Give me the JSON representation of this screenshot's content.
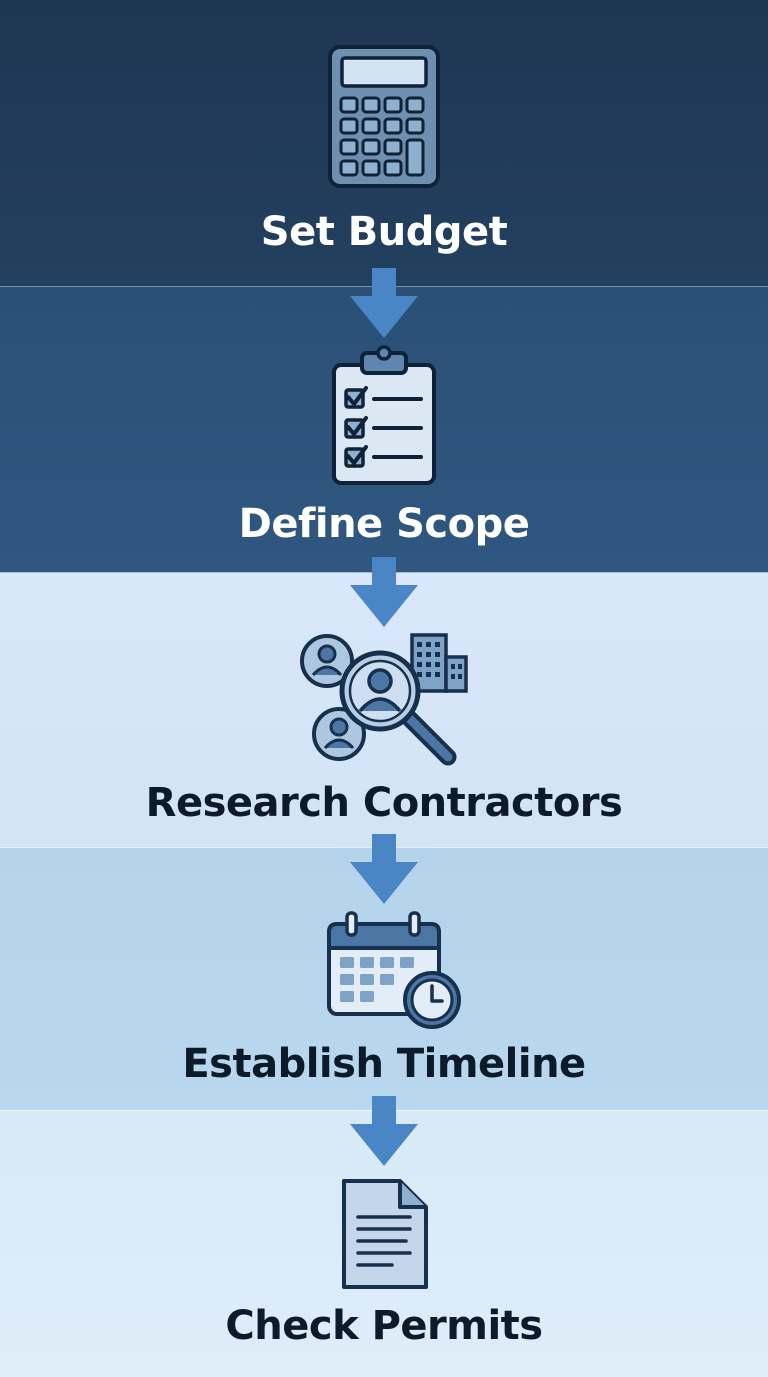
{
  "steps": [
    {
      "label": "Set Budget",
      "icon": "calculator-icon"
    },
    {
      "label": "Define Scope",
      "icon": "clipboard-checklist-icon"
    },
    {
      "label": "Research Contractors",
      "icon": "search-people-icon"
    },
    {
      "label": "Establish Timeline",
      "icon": "calendar-clock-icon"
    },
    {
      "label": "Check Permits",
      "icon": "document-icon"
    }
  ],
  "colors": {
    "band_1": "#1f3652",
    "band_2": "#2b5077",
    "band_3": "#d8e7f9",
    "band_4": "#b5d4ec",
    "band_5": "#d8eaf7",
    "arrow": "#4a86c5",
    "icon_stroke": "#1f3a5a",
    "icon_fill": "#c9dcef"
  }
}
